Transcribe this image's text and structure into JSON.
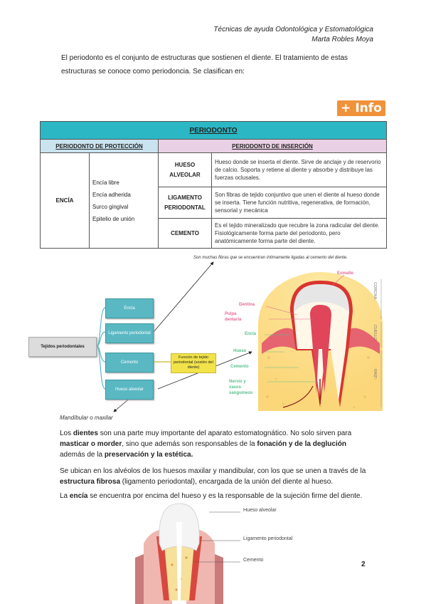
{
  "header": {
    "line1": "Técnicas de ayuda Odontológica y Estomatológica",
    "line2": "Marta Robles Moya"
  },
  "intro": "El periodonto es el conjunto de estructuras que sostienen el diente. El tratamiento de estas estructuras se conoce como periodoncia. Se clasifican en:",
  "info_button": "+ Info",
  "table": {
    "title": "PERIODONTO",
    "proteccion_header": "PERIODONTO DE PROTECCIÓN",
    "insercion_header": "PERIODONTO DE INSERCIÓN",
    "encia": "ENCÍA",
    "encia_items": [
      "Encía libre",
      "Encía adherida",
      "Surco gingival",
      "Epitelio de unión"
    ],
    "rows": [
      {
        "name": "HUESO ALVEOLAR",
        "desc": "Hueso donde se inserta el diente. Sirve de anclaje y de reservorio de calcio. Soporta y retiene al diente y absorbe y distribuye las fuerzas oclusales."
      },
      {
        "name": "LIGAMENTO PERIODONTAL",
        "desc": "Son fibras de tejido conjuntivo que unen el diente al hueso donde se inserta. Tiene función nutritiva, regenerativa, de formación, sensorial y mecánica"
      },
      {
        "name": "CEMENTO",
        "desc": "Es el tejido mineralizado que recubre la zona radicular del diente. Fisiológicamente forma parte del periodonto, pero anatómicamente forma parte del diente."
      }
    ]
  },
  "caption_fibras": "Son muchas fibras que se encuentran íntimamente ligadas al cemento del diente.",
  "mindmap": {
    "root": "Tejidos periodontales",
    "children": [
      "Encía",
      "Ligamento periodontal",
      "Cemento",
      "Hueso alveolar"
    ],
    "note": "Función de tejido periodontal (sostén del diente)"
  },
  "tooth_labels": {
    "esmalte": "Esmalte",
    "dentina": "Dentina",
    "pulpa": "Pulpa dentaria",
    "encia": "Encía",
    "hueso": "Hueso",
    "cemento": "Cemento",
    "nervio": "Nervio y vasos sanguíneos",
    "corona": "CORONA",
    "cuello": "CUELLO",
    "raiz": "RAÍZ"
  },
  "caption_mandibular": "Mandíbular o maxilar",
  "para1": {
    "p1": "Los ",
    "b1": "dientes",
    "p2": " son una parte muy importante del aparato estomatognático. No solo sirven para ",
    "b2": "masticar o morder",
    "p3": ", sino que además son responsables de la ",
    "b3": "fonación y de la deglución",
    "p4": " además de la ",
    "b4": "preservación y la estética."
  },
  "para2": {
    "p1": "Se ubican en los alvéolos de los huesos maxilar y mandibular, con los que se unen a través de la ",
    "b1": "estructura fibrosa",
    "p2": " (ligamento periodontal), encargada de la unión del diente al hueso."
  },
  "para3": {
    "p1": "La ",
    "b1": "encía",
    "p2": " se encuentra por encima del hueso y es la responsable de la sujeción firme del diente."
  },
  "bottom_labels": {
    "hueso": "Hueso alveolar",
    "ligamento": "Ligamento periodontal",
    "cemento": "Cemento"
  },
  "page_number": "2"
}
